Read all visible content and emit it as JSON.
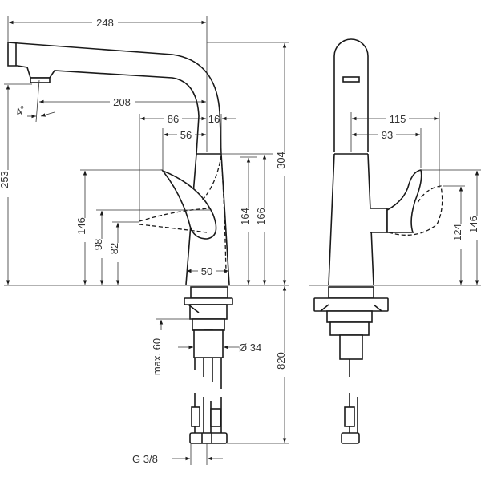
{
  "side_view": {
    "dims": {
      "width_total": "248",
      "spout_reach": "208",
      "spout_angle": "4°",
      "handle_reach_open": "86",
      "body_offset": "16",
      "handle_reach": "56",
      "outlet_height": "253",
      "handle_height": "146",
      "handle_height_open": "98",
      "handle_height_low": "82",
      "body_height": "164",
      "body_height_max": "166",
      "total_height": "304",
      "base_diameter": "50",
      "max_thickness": "max. 60",
      "hole_diameter": "Ø 34",
      "hose_length": "820",
      "connection": "G 3/8"
    }
  },
  "front_view": {
    "dims": {
      "handle_reach_open": "115",
      "handle_reach": "93",
      "handle_height_open": "124",
      "handle_height": "146"
    }
  }
}
